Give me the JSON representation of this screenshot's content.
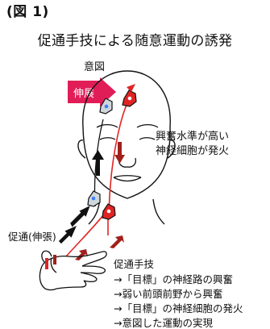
{
  "figure_label": "(図 1)",
  "title": "促通手技による随意運動の誘発",
  "intent_label": "意図",
  "extension_label": "伸展",
  "annotation": [
    "興奮水準が高い",
    "神経細胞が発火"
  ],
  "facilitation_label": "促通(伸張)",
  "process_title": "促通手技",
  "process_steps": [
    "→「目標」の神経路の興奮",
    "→弱い前頭前野から興奮",
    "→「目標」の神経細胞の発火",
    "→意図した運動の実現"
  ],
  "colors": {
    "accent": "#e11d58",
    "neuron_red": "#e02424",
    "dark_arrow": "#a0201c",
    "neuron_gray": "#cfd6dc"
  }
}
